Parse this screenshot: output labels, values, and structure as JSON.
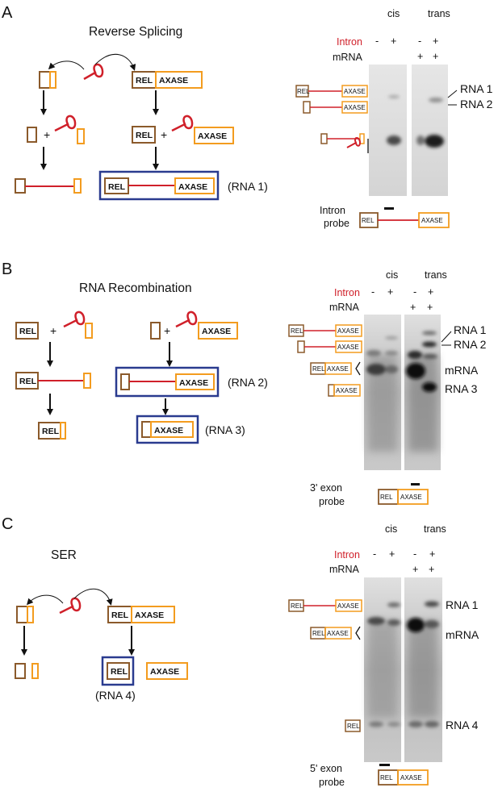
{
  "panels": [
    {
      "letter": "A",
      "title": "Reverse Splicing",
      "product_label": "(RNA 1)",
      "probe_label": [
        "Intron",
        "probe"
      ],
      "gel_group_labels": [
        "cis",
        "trans"
      ],
      "row_labels": [
        "Intron",
        "mRNA"
      ],
      "signs_intron": [
        "-",
        "+",
        "-",
        "+"
      ],
      "signs_mrna": [
        "",
        "",
        "+",
        "+"
      ],
      "band_labels": [
        "RNA 1",
        "RNA 2"
      ]
    },
    {
      "letter": "B",
      "title": "RNA Recombination",
      "product_labels": [
        "(RNA 2)",
        "(RNA 3)"
      ],
      "probe_label": [
        "3' exon",
        "probe"
      ],
      "gel_group_labels": [
        "cis",
        "trans"
      ],
      "row_labels": [
        "Intron",
        "mRNA"
      ],
      "signs_intron": [
        "-",
        "+",
        "-",
        "+"
      ],
      "signs_mrna": [
        "",
        "",
        "+",
        "+"
      ],
      "band_labels": [
        "RNA 1",
        "RNA 2",
        "mRNA",
        "RNA 3"
      ]
    },
    {
      "letter": "C",
      "title": "SER",
      "product_label": "(RNA 4)",
      "probe_label": [
        "5' exon",
        "probe"
      ],
      "gel_group_labels": [
        "cis",
        "trans"
      ],
      "row_labels": [
        "Intron",
        "mRNA"
      ],
      "signs_intron": [
        "-",
        "+",
        "-",
        "+"
      ],
      "signs_mrna": [
        "",
        "",
        "+",
        "+"
      ],
      "band_labels": [
        "RNA 1",
        "mRNA",
        "RNA 4"
      ]
    }
  ],
  "exon_labels": {
    "five_prime": "REL",
    "three_prime": "AXASE",
    "plus": "+"
  },
  "colors": {
    "five_prime_exon": "#8b5a2b",
    "three_prime_exon": "#f39c1f",
    "intron": "#d0202a",
    "highlight_box": "#2a3b8f"
  }
}
